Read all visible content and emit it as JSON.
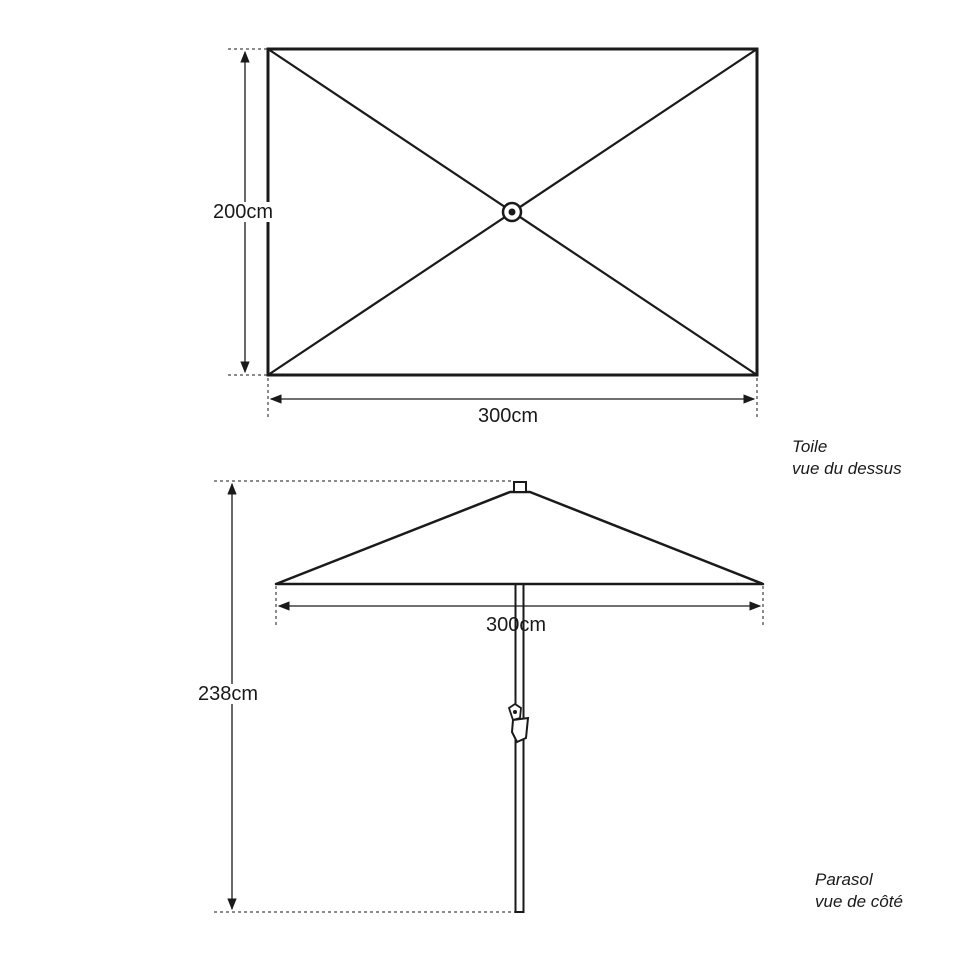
{
  "top_view": {
    "height_label": "200cm",
    "width_label": "300cm",
    "caption_line1": "Toile",
    "caption_line2": "vue du dessus"
  },
  "side_view": {
    "width_label": "300cm",
    "height_label": "238cm",
    "caption_line1": "Parasol",
    "caption_line2": "vue de côté"
  },
  "colors": {
    "line": "#1a1a1a",
    "background": "#ffffff"
  }
}
